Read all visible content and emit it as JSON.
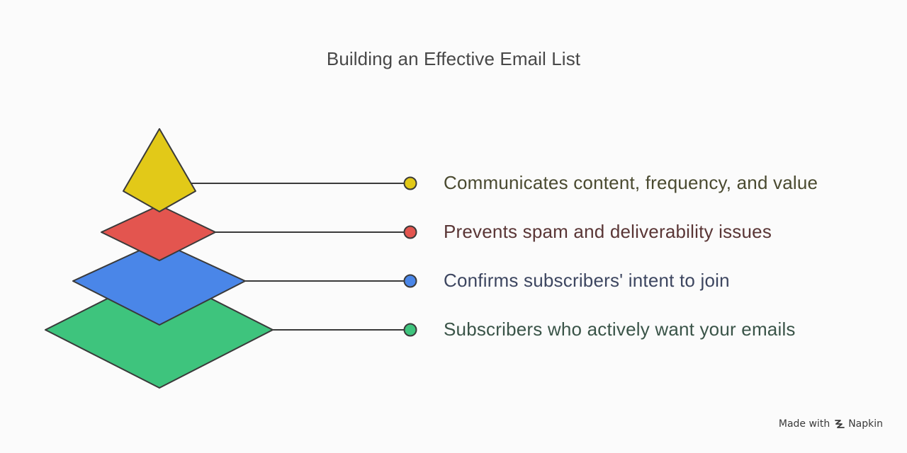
{
  "title": "Building an Effective Email List",
  "levels": [
    {
      "label": "Communicates content, frequency, and value",
      "color": "#e2c918",
      "text_color": "#4a4a30"
    },
    {
      "label": "Prevents spam and deliverability issues",
      "color": "#e3554f",
      "text_color": "#5a3636"
    },
    {
      "label": "Confirms subscribers' intent to join",
      "color": "#4a86e8",
      "text_color": "#3d4660"
    },
    {
      "label": "Subscribers who actively want your emails",
      "color": "#3ec47d",
      "text_color": "#3a5448"
    }
  ],
  "watermark": {
    "prefix": "Made with",
    "brand": "Napkin",
    "icon": "napkin-logo-icon"
  }
}
